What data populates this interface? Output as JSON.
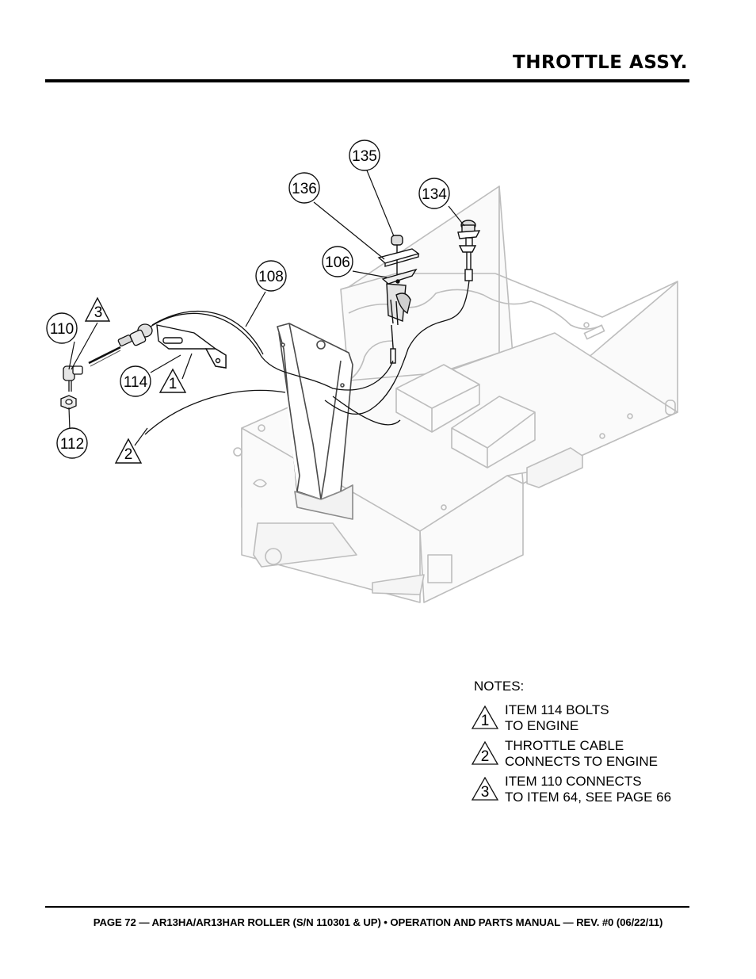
{
  "header": {
    "title": "THROTTLE ASSY."
  },
  "callouts": {
    "c135": "135",
    "c136": "136",
    "c134": "134",
    "c106": "106",
    "c108": "108",
    "c110": "110",
    "c114": "114",
    "c112": "112"
  },
  "note_flags": {
    "f1": "1",
    "f2": "2",
    "f3": "3"
  },
  "notes": {
    "heading": "NOTES:",
    "items": [
      {
        "num": "1",
        "line1": "ITEM 114 BOLTS",
        "line2": "TO ENGINE"
      },
      {
        "num": "2",
        "line1": "THROTTLE CABLE",
        "line2": "CONNECTS TO ENGINE"
      },
      {
        "num": "3",
        "line1": "ITEM 110 CONNECTS",
        "line2": "TO ITEM 64, SEE PAGE 66"
      }
    ]
  },
  "footer": {
    "text": "PAGE 72 — AR13HA/AR13HAR ROLLER (S/N 110301 & UP) • OPERATION AND PARTS MANUAL — REV. #0 (06/22/11)"
  }
}
